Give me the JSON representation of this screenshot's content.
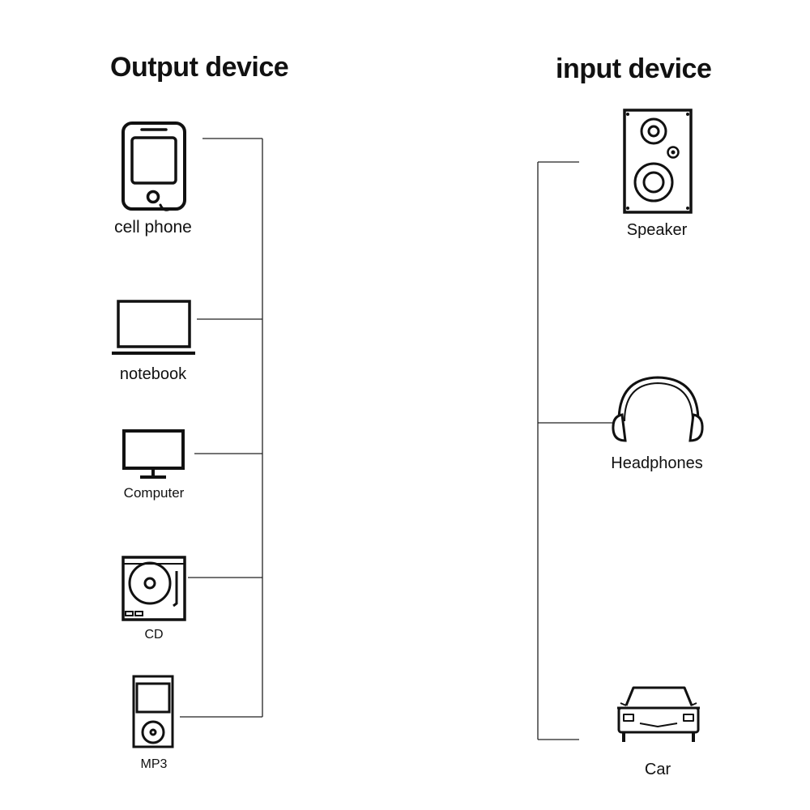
{
  "titles": {
    "output": "Output device",
    "input": "input device"
  },
  "output_devices": [
    {
      "label": "cell phone",
      "icon": "cell-phone-icon"
    },
    {
      "label": "notebook",
      "icon": "laptop-icon"
    },
    {
      "label": "Computer",
      "icon": "monitor-icon"
    },
    {
      "label": "CD",
      "icon": "cd-player-icon"
    },
    {
      "label": "MP3",
      "icon": "mp3-player-icon"
    }
  ],
  "input_devices": [
    {
      "label": "Speaker",
      "icon": "speaker-icon"
    },
    {
      "label": "Headphones",
      "icon": "headphones-icon"
    },
    {
      "label": "Car",
      "icon": "car-icon"
    }
  ]
}
